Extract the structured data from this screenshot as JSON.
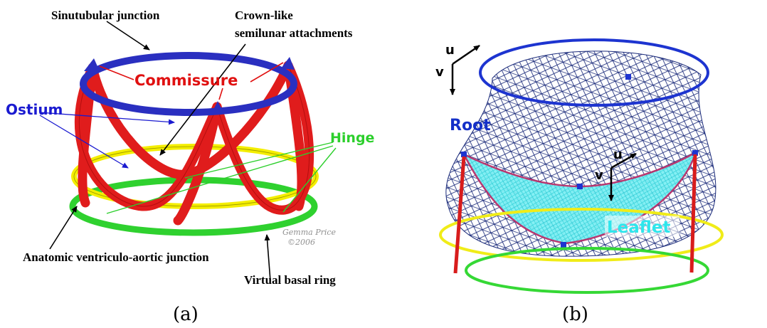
{
  "panel_a": {
    "caption": "(a)",
    "labels": {
      "sinutubular_junction": "Sinutubular junction",
      "crown_line1": "Crown-like",
      "crown_line2": "semilunar attachments",
      "commissure": "Commissure",
      "ostium": "Ostium",
      "hinge": "Hinge",
      "ventriculo_aortic": "Anatomic ventriculo-aortic junction",
      "virtual_basal_ring": "Virtual basal ring",
      "signature_line1": "Gemma Price",
      "signature_line2": "©2006"
    },
    "colors": {
      "blue_ring": "#2a2fc0",
      "red_tubes": "#e01c1c",
      "yellow_ring": "#f4ee00",
      "green_ring": "#2fd12f",
      "commissure_text": "#e01010",
      "ostium_text": "#1a1ad0",
      "hinge_text": "#2ccf2c"
    }
  },
  "panel_b": {
    "caption": "(b)",
    "labels": {
      "root": "Root",
      "leaflet": "Leaflet",
      "axis_u_top": "u",
      "axis_v_top": "v",
      "axis_u_mid": "u",
      "axis_v_mid": "v"
    },
    "colors": {
      "mesh": "#1a2a7a",
      "root_text": "#1430c8",
      "leaflet_fill": "#5fe8ee",
      "leaflet_text": "#2ee6ec",
      "top_ring": "#1d34d0",
      "yellow_ring": "#f0ec18",
      "green_ring": "#35d835",
      "red_posts": "#d81c1c"
    }
  }
}
